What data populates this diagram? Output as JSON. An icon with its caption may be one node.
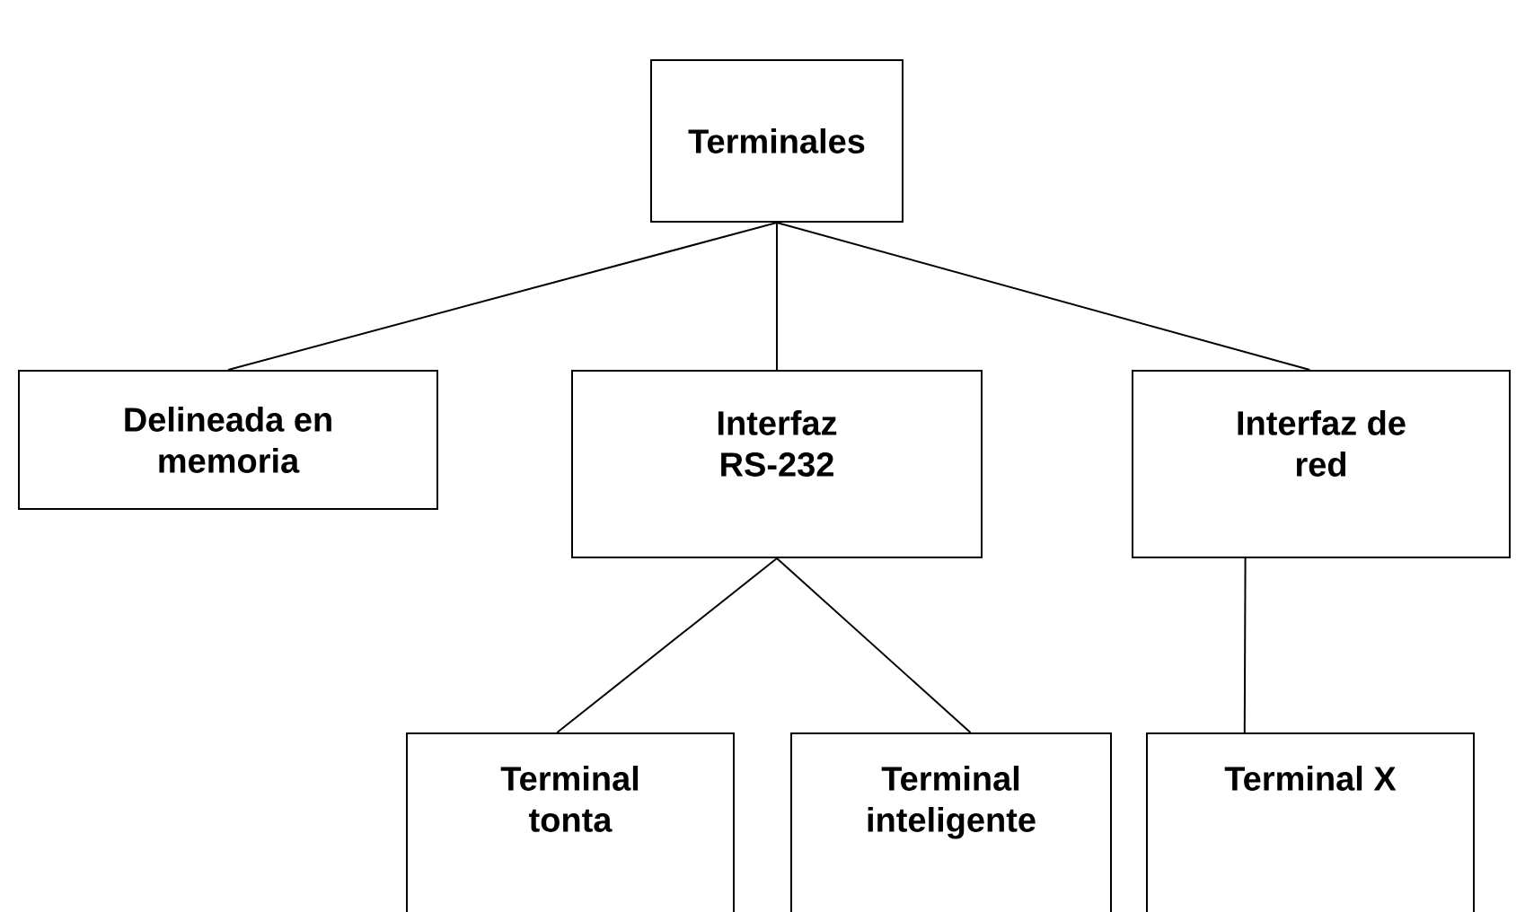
{
  "diagram": {
    "nodes": [
      {
        "text": [
          "Terminales"
        ]
      },
      {
        "text": [
          "Delineada en memoria"
        ]
      },
      {
        "text": [
          "Interfaz RS-232"
        ]
      },
      {
        "text": [
          "Interfaz de red"
        ]
      },
      {
        "text": [
          "Terminal tonta"
        ]
      },
      {
        "text": [
          "Terminal inteligente"
        ]
      },
      {
        "text": [
          "Terminal X"
        ]
      }
    ],
    "edges": [
      {
        "from": 0,
        "to": 1,
        "arrow": "none"
      },
      {
        "from": 0,
        "to": 2,
        "arrow": "none"
      },
      {
        "from": 0,
        "to": 3,
        "arrow": "none"
      },
      {
        "from": 2,
        "to": 4,
        "arrow": "none"
      },
      {
        "from": 2,
        "to": 5,
        "arrow": "none"
      },
      {
        "from": 3,
        "to": 6,
        "arrow": "none"
      }
    ]
  }
}
